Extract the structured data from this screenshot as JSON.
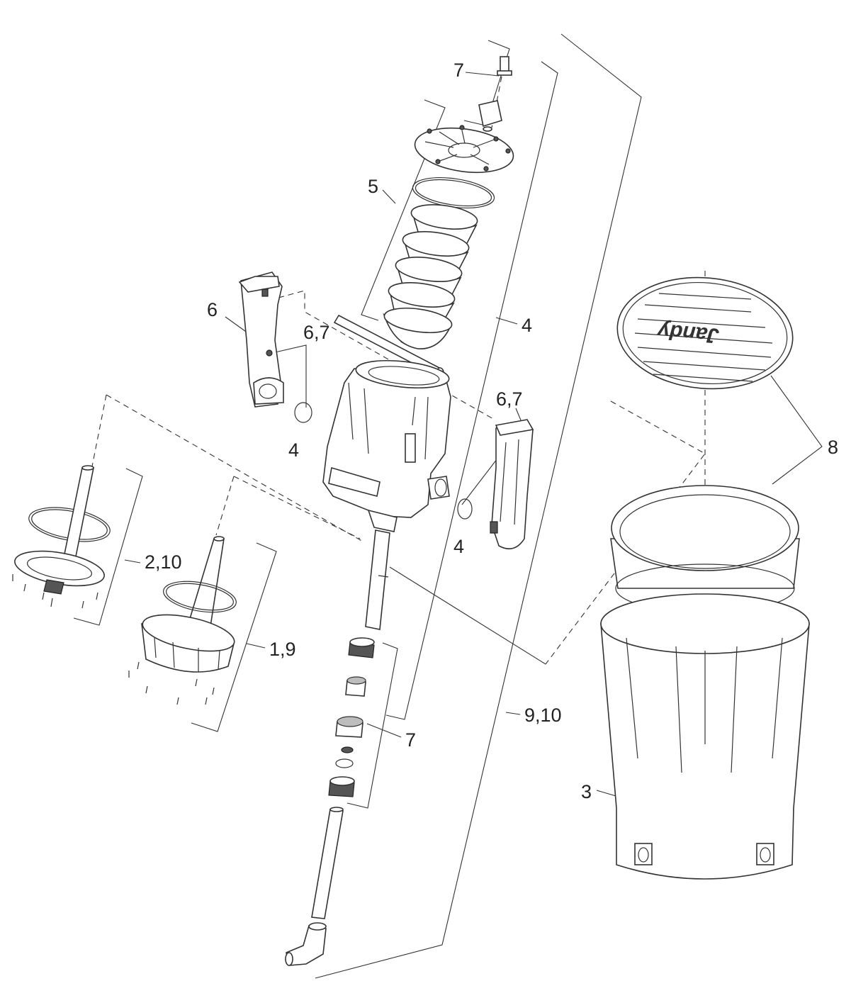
{
  "callouts": {
    "c7_top": "7",
    "c5": "5",
    "c6": "6",
    "c67_left": "6,7",
    "c4_left": "4",
    "c4_right": "4",
    "c67_right": "6,7",
    "c4_lower": "4",
    "c8": "8",
    "c210": "2,10",
    "c19": "1,9",
    "c910": "9,10",
    "c7_bottom": "7",
    "c3": "3"
  },
  "logo_text": "Jandy"
}
